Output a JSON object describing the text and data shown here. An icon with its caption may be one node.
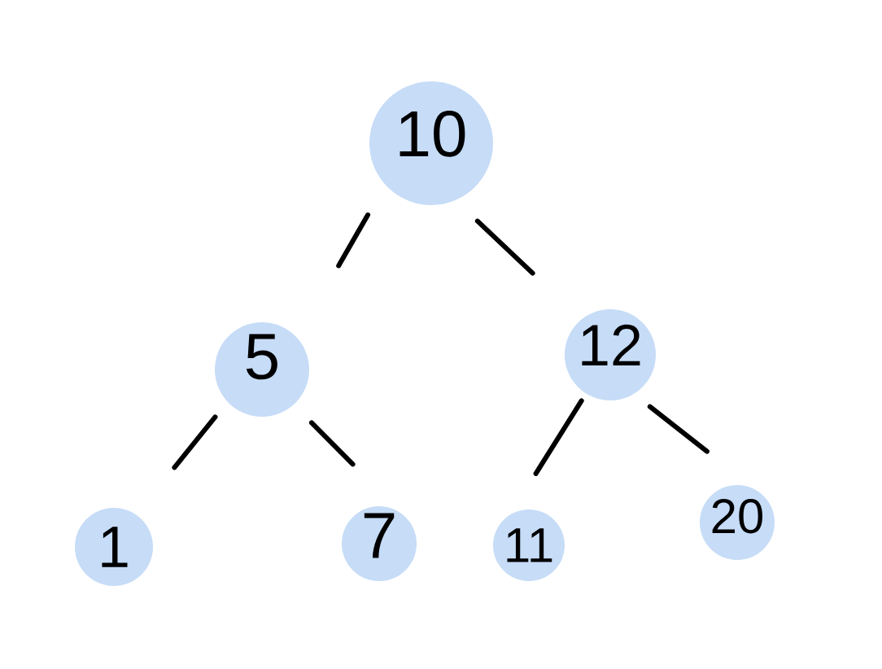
{
  "diagram": {
    "nodes": [
      {
        "text": [
          "10"
        ]
      },
      {
        "text": [
          "5"
        ]
      },
      {
        "text": [
          "12"
        ]
      },
      {
        "text": [
          "1"
        ]
      },
      {
        "text": [
          "7"
        ]
      },
      {
        "text": [
          "11"
        ]
      },
      {
        "text": [
          "20"
        ]
      }
    ],
    "edges": [
      {
        "from": 0,
        "to": 1,
        "arrow": "none"
      },
      {
        "from": 0,
        "to": 2,
        "arrow": "none"
      },
      {
        "from": 1,
        "to": 3,
        "arrow": "none"
      },
      {
        "from": 1,
        "to": 4,
        "arrow": "none"
      },
      {
        "from": 2,
        "to": 5,
        "arrow": "none"
      },
      {
        "from": 2,
        "to": 6,
        "arrow": "none"
      }
    ]
  }
}
